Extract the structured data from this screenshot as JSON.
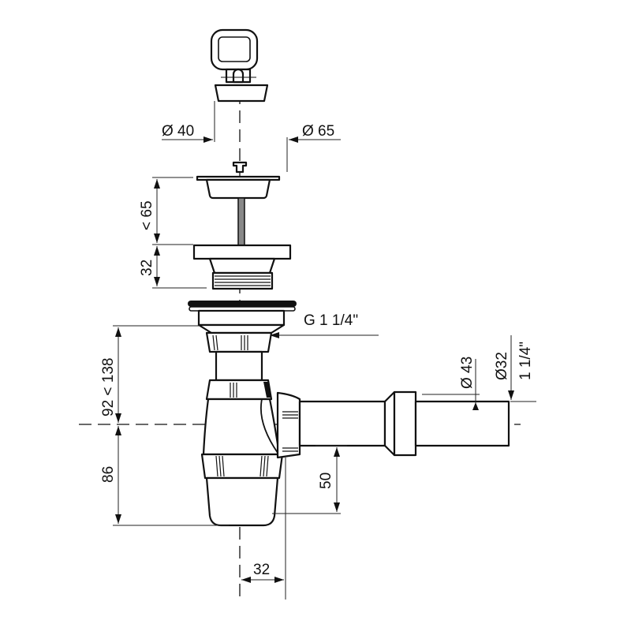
{
  "drawing": {
    "title": "Bottle trap with sink strainer waste — dimensioned drawing",
    "line_color": "#111111",
    "background": "#ffffff"
  },
  "dimensions": {
    "plug_diameter": "Ø 40",
    "strainer_diameter": "Ø 65",
    "strainer_depth": "< 65",
    "body_height": "32",
    "thread": "G 1 1/4\"",
    "adjustable_height": "92 < 138",
    "trap_depth": "86",
    "outlet_height": "50",
    "outlet_offset": "32",
    "tube_outer_diameter": "Ø 43",
    "tube_diameter": "Ø32",
    "tube_thread": "1 1/4\""
  },
  "parts": [
    {
      "id": "plug",
      "label": "Stopper plug with handle"
    },
    {
      "id": "strainer",
      "label": "Strainer basket with rod"
    },
    {
      "id": "waste-body",
      "label": "Waste body with threaded tail"
    },
    {
      "id": "flange",
      "label": "Sink flange with seal"
    },
    {
      "id": "nut",
      "label": "Coupling nut"
    },
    {
      "id": "trap",
      "label": "Bottle trap"
    },
    {
      "id": "outlet-pipe",
      "label": "Outlet pipe with socket"
    }
  ]
}
